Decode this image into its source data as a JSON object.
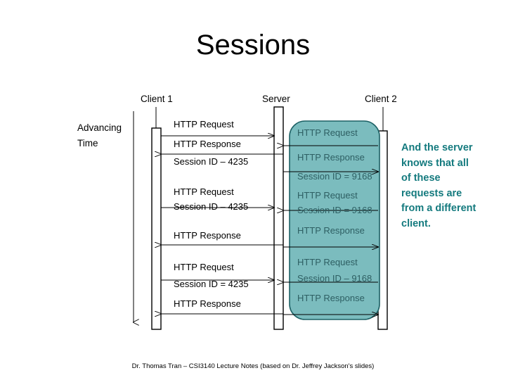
{
  "slide": {
    "title": "Sessions",
    "footer": "Dr. Thomas Tran – CSI3140 Lecture Notes (based on Dr. Jeffrey Jackson's slides)"
  },
  "axis": {
    "advancing_time": "Advancing\nTime",
    "advancing_time_line1": "Advancing",
    "advancing_time_line2": "Time"
  },
  "lifelines": [
    {
      "id": "client1",
      "label": "Client 1"
    },
    {
      "id": "server",
      "label": "Server"
    },
    {
      "id": "client2",
      "label": "Client 2"
    }
  ],
  "colors": {
    "teal_fill": "#7bbcbe",
    "teal_stroke": "#1d6165",
    "teal_text": "#2e5f63",
    "callout_text": "#147a7e",
    "stroke": "#000000",
    "background": "#ffffff"
  },
  "client1_messages": [
    {
      "id": "c1-m1",
      "text": "HTTP Request",
      "direction": "to-server"
    },
    {
      "id": "c1-m2",
      "text": "HTTP Response",
      "direction": "to-client"
    },
    {
      "id": "c1-m3",
      "text": "Session ID – 4235",
      "direction": "none"
    },
    {
      "id": "c1-m4",
      "text": "HTTP Request",
      "direction": "to-server"
    },
    {
      "id": "c1-m5",
      "text": "Session ID – 4235",
      "direction": "none"
    },
    {
      "id": "c1-m6",
      "text": "HTTP Response",
      "direction": "to-client"
    },
    {
      "id": "c1-m7",
      "text": "HTTP Request",
      "direction": "to-server"
    },
    {
      "id": "c1-m8",
      "text": "Session ID = 4235",
      "direction": "none"
    },
    {
      "id": "c1-m9",
      "text": "HTTP Response",
      "direction": "to-client"
    }
  ],
  "client2_messages": [
    {
      "id": "c2-m1",
      "text": "HTTP Request",
      "direction": "to-server"
    },
    {
      "id": "c2-m2",
      "text": "HTTP Response",
      "direction": "to-client"
    },
    {
      "id": "c2-m3",
      "text": "Session ID = 9168",
      "direction": "none"
    },
    {
      "id": "c2-m4",
      "text": "HTTP Request",
      "direction": "to-server"
    },
    {
      "id": "c2-m5",
      "text": "Session ID = 9168",
      "direction": "none"
    },
    {
      "id": "c2-m6",
      "text": "HTTP Response",
      "direction": "to-client"
    },
    {
      "id": "c2-m7",
      "text": "HTTP Request",
      "direction": "to-server"
    },
    {
      "id": "c2-m8",
      "text": "Session ID – 9168",
      "direction": "none"
    },
    {
      "id": "c2-m9",
      "text": "HTTP Response",
      "direction": "to-client"
    }
  ],
  "callout": {
    "line1": "And the server",
    "line2": "knows that all",
    "line3": "of these",
    "line4": "requests are",
    "line5": "from a different",
    "line6": "client.",
    "full": "And the server knows that all of these requests are from a different client."
  }
}
